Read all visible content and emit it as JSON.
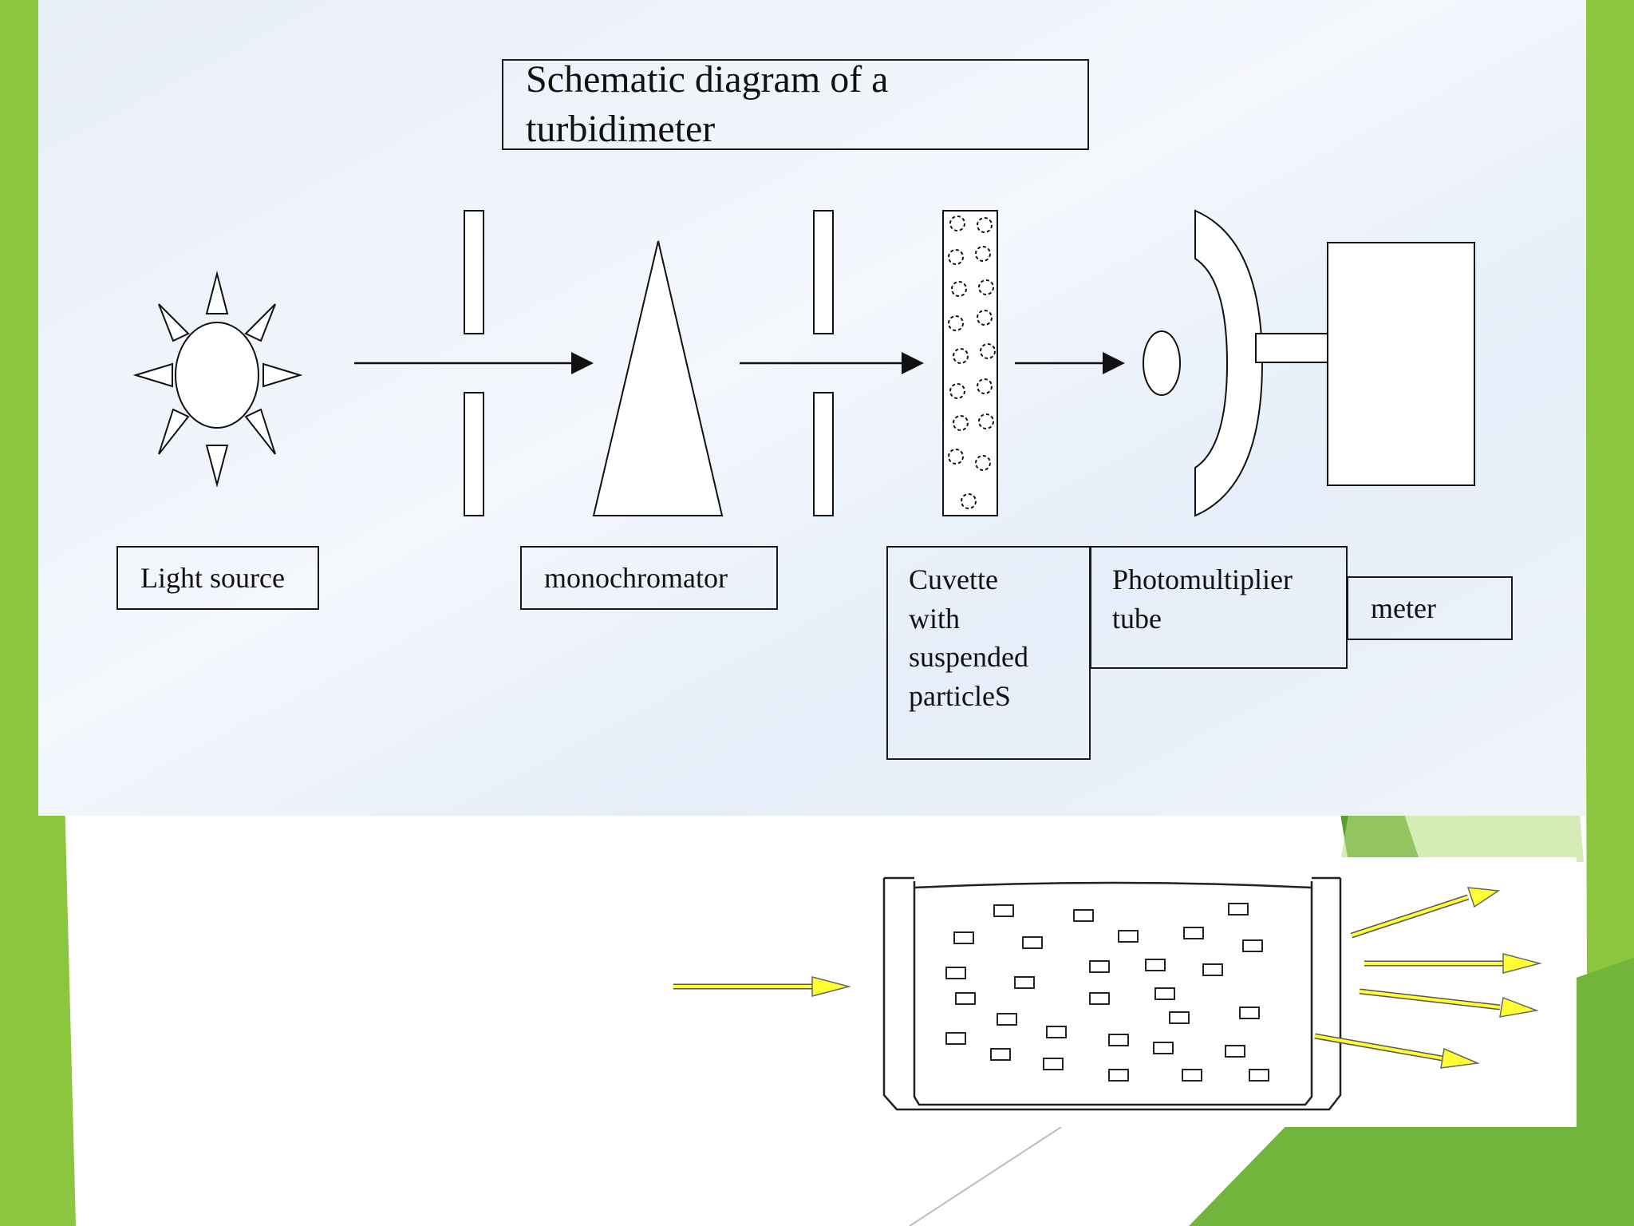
{
  "title": "Schematic diagram of a turbidimeter",
  "labels": {
    "light_source": "Light source",
    "monochromator": "monochromator",
    "cuvette": "Cuvette\nwith\nsuspended\nparticleS",
    "photomultiplier": "Photomultiplier\ntube",
    "meter": "meter"
  },
  "colors": {
    "slide_green": "#8cc63f",
    "slide_green_dark": "#5a9e2f",
    "diagram_background": "#eef3fb",
    "scatter_arrow": "#ffff33"
  },
  "icons": {
    "light_source": "sun-icon",
    "prism": "prism-triangle-icon",
    "lens": "lens-icon",
    "detector": "photomultiplier-icon"
  }
}
